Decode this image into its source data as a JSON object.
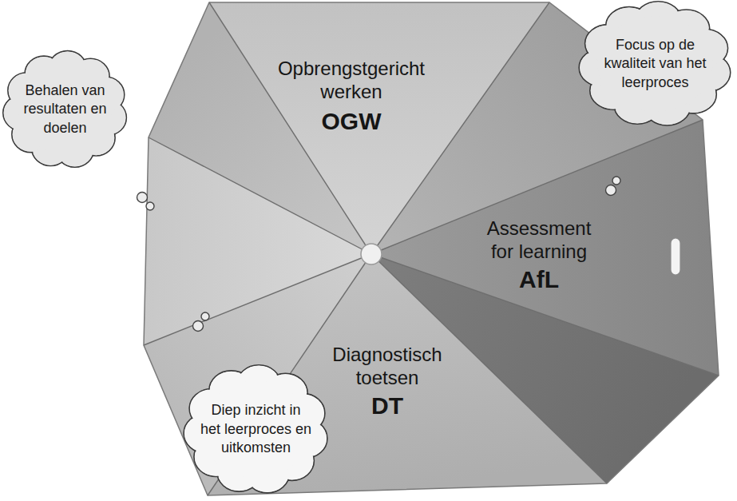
{
  "diagram": {
    "nodes": [
      {
        "text": [
          "Behalen van resultaten en doelen"
        ]
      },
      {
        "text": [
          "Focus op de kwaliteit van het leerproces"
        ]
      },
      {
        "text": [
          "Diep inzicht in het leerproces en uitkomsten"
        ]
      }
    ],
    "labels": [
      "Opbrengstgericht werken",
      "OGW",
      "Assessment for learning",
      "AfL",
      "Diagnostisch toetsen",
      "DT"
    ]
  }
}
